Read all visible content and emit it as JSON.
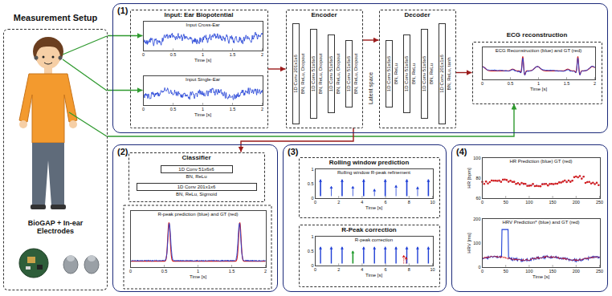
{
  "diagram": {
    "nodes": [
      {
        "text": [
          "Measurement Setup",
          "BioGAP + In-ear Electrodes"
        ]
      },
      {
        "text": [
          "(1)"
        ]
      },
      {
        "text": [
          "Input: Ear Biopotential"
        ],
        "in": 1
      },
      {
        "text": [
          "Input Cross-Ear",
          "Time [s]",
          "0",
          "0.5",
          "1",
          "1.5",
          "2"
        ],
        "in": 2
      },
      {
        "text": [
          "Input Single-Ear",
          "Time [s]",
          "0",
          "0.5",
          "1",
          "1.5",
          "2"
        ],
        "in": 2
      },
      {
        "text": [
          "Encoder"
        ],
        "in": 1
      },
      {
        "text": [
          "1D Conv 201x1x6",
          "BN, ReLu, Dropout"
        ],
        "in": 5
      },
      {
        "text": [
          "1D Conv 51x6x6",
          "BN, ReLu, Dropout"
        ],
        "in": 5
      },
      {
        "text": [
          "1D Conv 51x6x6",
          "BN, ReLu, Dropout"
        ],
        "in": 5
      },
      {
        "text": [
          "1D Conv 51x6x6",
          "BN, ReLu, Dropout"
        ],
        "in": 5
      },
      {
        "text": [
          "Decoder"
        ],
        "in": 1
      },
      {
        "text": [
          "1D Conv 51x6x6",
          "BN, ReLu"
        ],
        "in": 10
      },
      {
        "text": [
          "1D Conv 51x6x6",
          "BN, ReLu"
        ],
        "in": 10
      },
      {
        "text": [
          "1D Conv 51x6x6",
          "BN, ReLu"
        ],
        "in": 10
      },
      {
        "text": [
          "1D Conv 201x1x6",
          "BN, ReLu, tanh"
        ],
        "in": 10
      },
      {
        "text": [
          "ECG reconstruction"
        ],
        "in": 1
      },
      {
        "text": [
          "ECG Reconstruction (blue) and GT (red)",
          "Time [s]",
          "0",
          "0.5",
          "1",
          "1.5",
          "2"
        ],
        "in": 15
      },
      {
        "text": [
          "(2)"
        ]
      },
      {
        "text": [
          "Classifier"
        ],
        "in": 17
      },
      {
        "text": [
          "1D Conv 51x6x6",
          "BN, ReLu"
        ],
        "in": 18
      },
      {
        "text": [
          "1D Conv 201x1x6",
          "BN, ReLu, Sigmoid"
        ],
        "in": 18
      },
      {
        "text": [
          "R-peak prediction (blue) and GT (red)",
          "Time [s]",
          "0",
          "0.5",
          "1",
          "1.5",
          "2"
        ],
        "in": 17
      },
      {
        "text": [
          "(3)"
        ]
      },
      {
        "text": [
          "Rolling window prediction"
        ],
        "in": 22
      },
      {
        "text": [
          "Rolling window R-peak refinement",
          "Time [s]",
          "0",
          "2",
          "4",
          "6",
          "8",
          "10",
          "1",
          "0.5",
          "0"
        ],
        "in": 23
      },
      {
        "text": [
          "R-Peak correction"
        ],
        "in": 22
      },
      {
        "text": [
          "R-peak correction",
          "Time [s]",
          "0",
          "2",
          "4",
          "6",
          "8",
          "10",
          "1",
          "0.5",
          "0"
        ],
        "in": 25
      },
      {
        "text": [
          "(4)"
        ]
      },
      {
        "text": [
          "HR Prediction (blue) GT (red)",
          "HR [bpm]",
          "0",
          "50",
          "100",
          "150",
          "200",
          "250",
          "100",
          "80",
          "60"
        ],
        "in": 27
      },
      {
        "text": [
          "HRV Prediction* (blue) and GT (red)",
          "Time [s]",
          "HRV [ms]",
          "0",
          "50",
          "100",
          "150",
          "200",
          "250",
          "200",
          "100",
          "0"
        ],
        "in": 27
      }
    ],
    "edges": [
      {
        "from": 0,
        "to": 3,
        "arrow": "to"
      },
      {
        "from": 0,
        "to": 4,
        "arrow": "to"
      },
      {
        "from": 0,
        "to": 15,
        "arrow": "to"
      },
      {
        "from": 2,
        "to": 5,
        "arrow": "to"
      },
      {
        "from": 5,
        "to": 10,
        "arrow": "to"
      },
      {
        "from": 10,
        "to": 15,
        "arrow": "to"
      },
      {
        "from": 5,
        "to": 18,
        "arrow": "to"
      }
    ],
    "labels": [
      "Latent space"
    ]
  }
}
